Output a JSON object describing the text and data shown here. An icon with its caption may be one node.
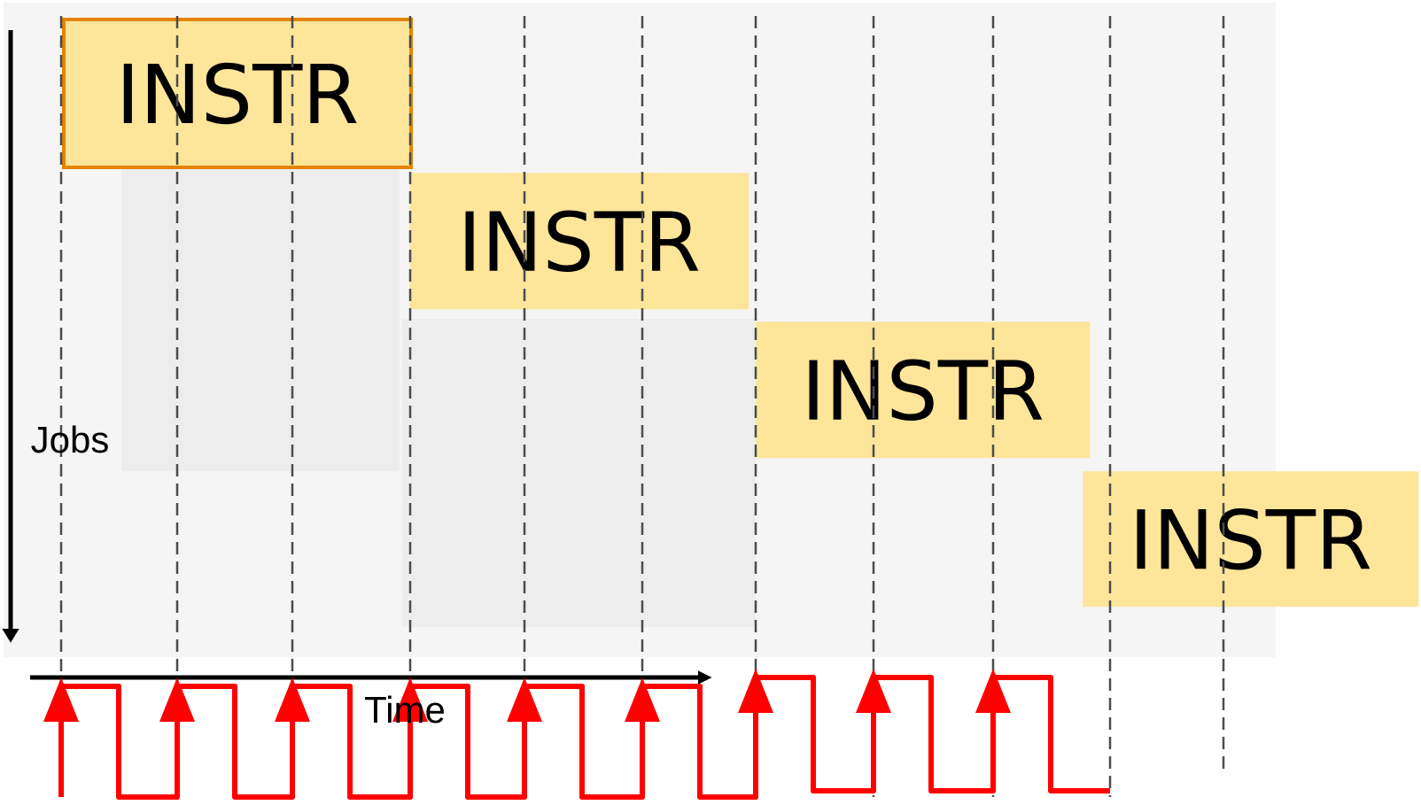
{
  "diagram": {
    "nodes": [
      {
        "text": [
          "INSTR"
        ]
      },
      {
        "text": [
          "INSTR"
        ]
      },
      {
        "text": [
          "INSTR"
        ]
      },
      {
        "text": [
          "INSTR"
        ]
      }
    ],
    "labels": [
      "Jobs",
      "Time"
    ]
  }
}
